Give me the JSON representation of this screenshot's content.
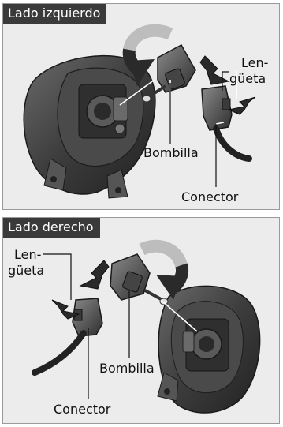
{
  "panels": [
    {
      "title": "Lado izquierdo",
      "labels": {
        "tab_line1": "Len-",
        "tab_line2": "güeta",
        "bulb": "Bombilla",
        "connector": "Conector"
      }
    },
    {
      "title": "Lado derecho",
      "labels": {
        "tab_line1": "Len-",
        "tab_line2": "güeta",
        "bulb": "Bombilla",
        "connector": "Conector"
      }
    }
  ]
}
